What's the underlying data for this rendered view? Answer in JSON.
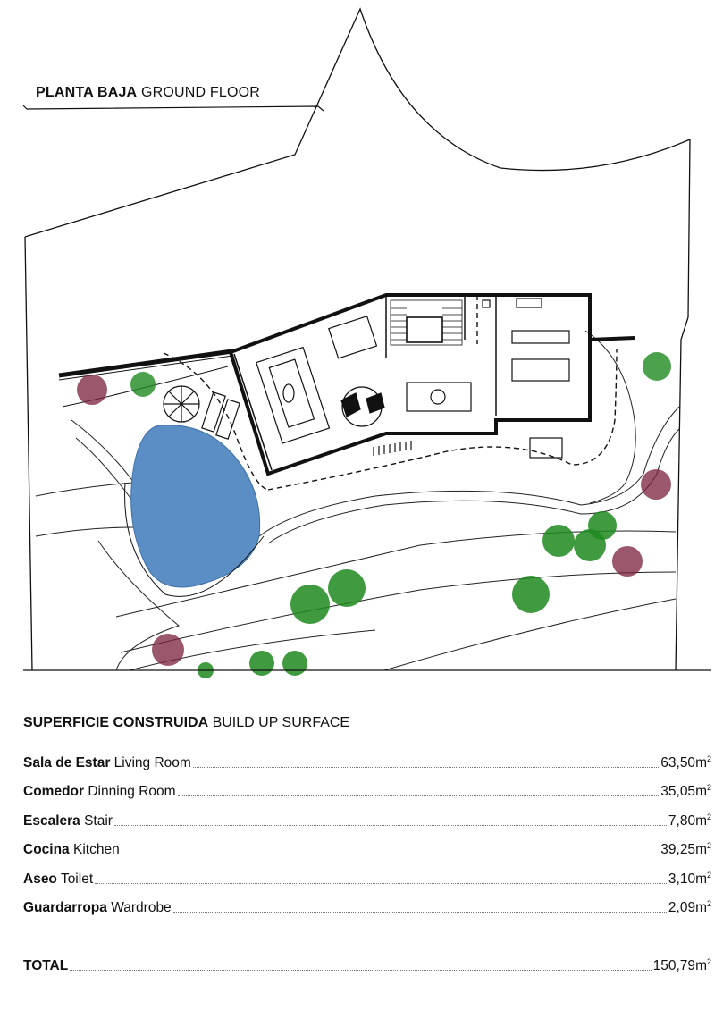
{
  "plan": {
    "title_bold": "PLANTA BAJA",
    "title_light": "GROUND FLOOR",
    "colors": {
      "pool": "#5b8ec4",
      "line": "#111111",
      "plant": "#1f8a1f",
      "plant_dark": "#7a1f3a"
    }
  },
  "surface": {
    "heading_bold": "SUPERFICIE CONSTRUIDA",
    "heading_light": "BUILD UP SURFACE",
    "unit": "m",
    "unit_exp": "2",
    "rows": [
      {
        "es": "Sala de Estar",
        "en": "Living Room",
        "value": "63,50"
      },
      {
        "es": "Comedor",
        "en": "Dinning Room",
        "value": "35,05"
      },
      {
        "es": "Escalera",
        "en": "Stair",
        "value": "7,80"
      },
      {
        "es": "Cocina",
        "en": "Kitchen",
        "value": "39,25"
      },
      {
        "es": "Aseo",
        "en": "Toilet",
        "value": "3,10"
      },
      {
        "es": "Guardarropa",
        "en": "Wardrobe",
        "value": "2,09"
      }
    ],
    "total": {
      "label": "TOTAL",
      "value": "150,79"
    }
  }
}
